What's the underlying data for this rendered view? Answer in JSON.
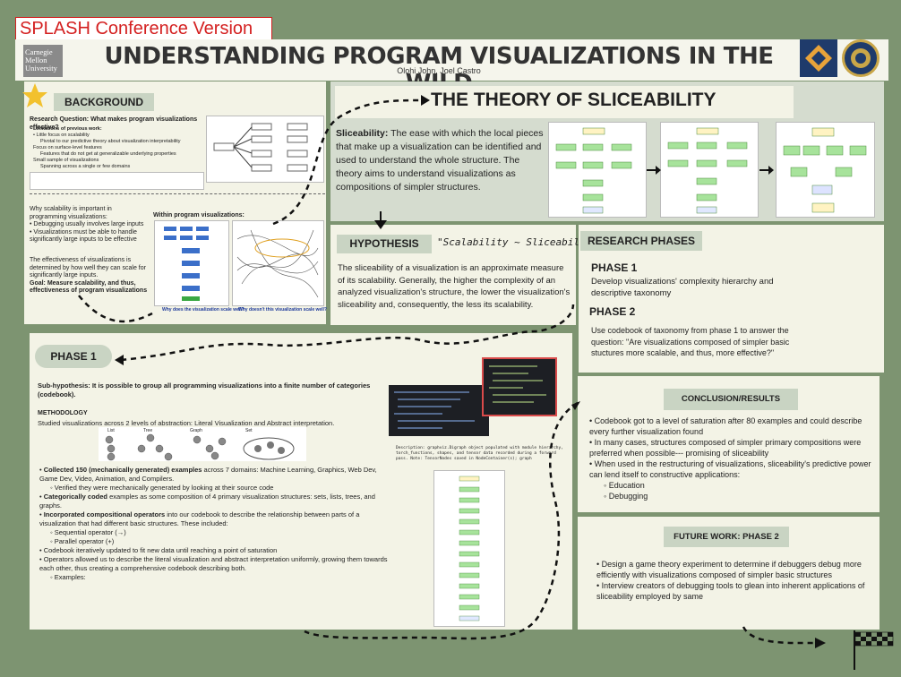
{
  "splash": "SPLASH Conference Version",
  "header": {
    "logo_text": "Carnegie Mellon University",
    "title": "UNDERSTANDING PROGRAM VISUALIZATIONS IN THE WILD",
    "authors": "Olohi John, Joel Castro"
  },
  "background": {
    "heading": "BACKGROUND",
    "question": "Research Question: What makes program visualizations effective?",
    "limitations": "Limitations of previous work:",
    "items": [
      "Little focus on scalability",
      "Pivotal to our predictive theory about visualization interpretability",
      "Focus on surface-level features",
      "Features that do not get at generalizable underlying properties",
      "Small sample of visualizations",
      "Spanning across a single or few domains"
    ],
    "why": "Why scalability is important in programming visualizations:",
    "why_items": [
      "Debugging usually involves large inputs",
      "Visualizations must be able to handle significantly large inputs to be effective"
    ],
    "effectiveness": "The effectiveness of visualizations is determined by how well they can scale for significantly large inputs.",
    "goal": "Goal: Measure scalability, and thus, effectiveness of program visualizations",
    "fig_caption1": "Why does the visualization scale well?",
    "fig_caption2": "Why doesn't this visualization scale well?",
    "within_label": "Within program visualizations:"
  },
  "theory": {
    "heading": "THE THEORY OF SLICEABILITY",
    "text_bold": "Sliceability:",
    "text": " The ease with which the local pieces that make up a visualization can be identified and used to understand the whole structure. The theory aims to understand visualizations as compositions of simpler structures."
  },
  "hypothesis": {
    "heading": "HYPOTHESIS",
    "formula": "\"Scalability ~ Sliceability\"",
    "text": "The sliceability of a visualization is an approximate measure of its scalability. Generally, the higher the complexity of an analyzed visualization's structure, the lower the visualization's sliceability and, consequently, the less its scalability."
  },
  "phases": {
    "heading": "RESEARCH PHASES",
    "p1_title": "PHASE 1",
    "p1_text": "Develop visualizations' complexity hierarchy and descriptive taxonomy",
    "p2_title": "PHASE 2",
    "p2_text": "Use codebook of taxonomy from phase 1 to answer the question: \"Are visualizations composed of simpler basic stuctures more scalable, and thus, more effective?\""
  },
  "phase1": {
    "heading": "PHASE 1",
    "sub": "Sub-hypothesis: It is possible to group all programming visualizations into a finite number of categories (codebook).",
    "method_title": "METHODOLOGY",
    "method": "Studied visualizations across 2 levels of abstraction: Literal Visualization and Abstract interpretation.",
    "icons": [
      "List",
      "Tree",
      "Graph",
      "Set"
    ],
    "b1_bold": "Collected 150 (mechanically generated) examples",
    "b1": " across 7 domains: Machine Learning, Graphics, Web Dev, Game Dev, Video, Animation, and Compilers.",
    "b1_sub": "Verified they were mechanically generated by looking at their source code",
    "b2_bold": "Categorically coded",
    "b2": " examples as some composition of 4 primary visualization structures: sets, lists, trees, and graphs.",
    "b3_bold": "Incorporated compositional operators",
    "b3": " into our codebook to describe the relationship between parts of a visualization that had different basic structures. These included:",
    "b3_sub": [
      "Sequential operator (→)",
      "Parallel operator (+)"
    ],
    "b4": "Codebook iteratively updated to fit new data until reaching a point of saturation",
    "b5": "Operators allowed us to describe the literal visualization and abstract interpretation uniformly, growing them towards each other, thus creating a comprehensive codebook describing both.",
    "b5_sub": "Examples:",
    "description": "Description: graphviz.Digraph object populated with module hierarchy, torch_functions, shapes, and tensor data recorded during a forward pass. Note: TensorNodes saved in NodeContainer(s); graph"
  },
  "conclusion": {
    "heading": "CONCLUSION/RESULTS",
    "items": [
      "Codebook got to a level of saturation after 80 examples and could describe every further visualization found",
      "In many cases, structures composed of simpler primary compositions were preferred when possible--- promising of sliceability",
      "When used in the restructuring of visualizations, sliceability's predictive power can lend itself to constructive applications:"
    ],
    "sub": [
      "Education",
      "Debugging"
    ]
  },
  "future": {
    "heading": "FUTURE WORK: PHASE 2",
    "items": [
      "Design a game theory experiment to determine if debuggers debug more efficiently with visualizations composed of simpler basic structures",
      "Interview creators of debugging tools to glean into inherent applications of sliceability employed by same"
    ]
  },
  "colors": {
    "bg": "#7d9471",
    "panel": "#f3f3e6",
    "pill": "#c9d4c3",
    "accent": "#d42020"
  }
}
